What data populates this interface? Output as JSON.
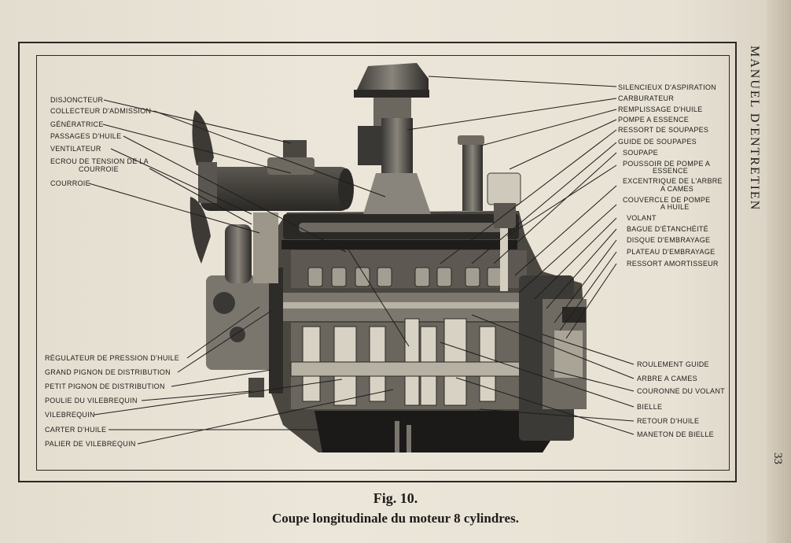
{
  "figure": {
    "number": "Fig. 10.",
    "caption": "Coupe longitudinale du moteur 8 cylindres."
  },
  "page": {
    "side_title": "MANUEL D'ENTRETIEN",
    "page_number": "33"
  },
  "labels_left": {
    "disjoncteur": "DISJONCTEUR",
    "collecteur": "COLLECTEUR D'ADMISSION",
    "generatrice": "GÉNÉRATRICE",
    "passages": "PASSAGES D'HUILE",
    "ventilateur": "VENTILATEUR",
    "ecrou_1": "ECROU DE TENSION DE LA",
    "ecrou_2": "COURROIE",
    "courroie": "COURROIE",
    "regulateur": "RÉGULATEUR DE PRESSION D'HUILE",
    "grand_pignon": "GRAND PIGNON DE DISTRIBUTION",
    "petit_pignon": "PETIT PIGNON DE DISTRIBUTION",
    "poulie": "POULIE DU VILEBREQUIN",
    "vilebrequin": "VILEBREQUIN",
    "carter": "CARTER D'HUILE",
    "palier": "PALIER DE VILEBREQUIN"
  },
  "labels_right": {
    "silencieux": "SILENCIEUX D'ASPIRATION",
    "carburateur": "CARBURATEUR",
    "remplissage": "REMPLISSAGE D'HUILE",
    "pompe_essence": "POMPE A ESSENCE",
    "ressort_soupapes": "RESSORT DE SOUPAPES",
    "guide_soupapes": "GUIDE DE SOUPAPES",
    "soupape": "SOUPAPE",
    "poussoir_1": "POUSSOIR DE POMPE A",
    "poussoir_2": "ESSENCE",
    "excentrique_1": "EXCENTRIQUE DE L'ARBRE",
    "excentrique_2": "A CAMES",
    "couvercle_1": "COUVERCLE DE POMPE",
    "couvercle_2": "A HUILE",
    "volant": "VOLANT",
    "bague": "BAGUE D'ÉTANCHÉITÉ",
    "disque": "DISQUE D'EMBRAYAGE",
    "plateau": "PLATEAU D'EMBRAYAGE",
    "ressort_amortisseur": "RESSORT AMORTISSEUR",
    "roulement": "ROULEMENT GUIDE",
    "arbre": "ARBRE A CAMES",
    "couronne": "COURONNE DU VOLANT",
    "bielle": "BIELLE",
    "retour": "RETOUR D'HUILE",
    "maneton": "MANETON DE BIELLE"
  }
}
